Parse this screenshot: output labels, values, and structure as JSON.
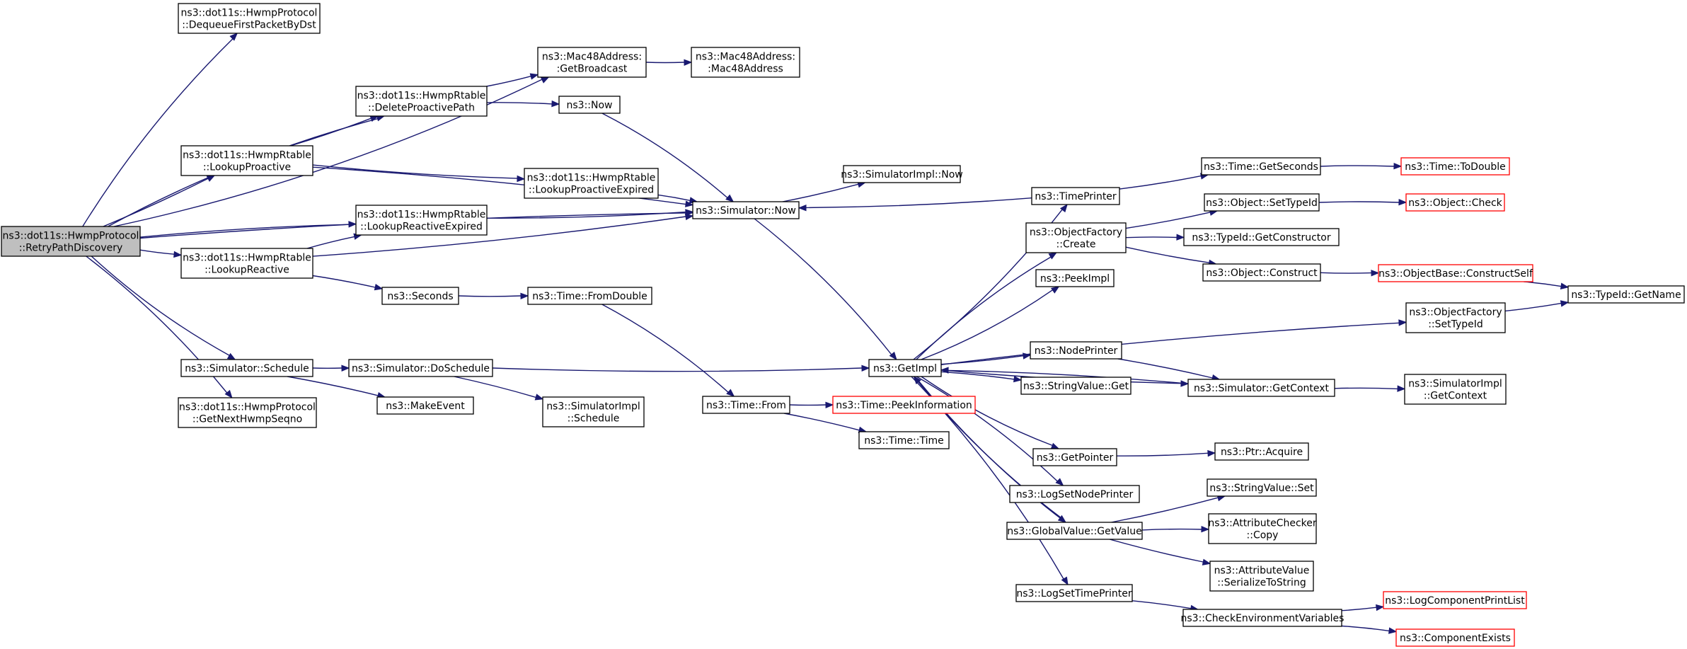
{
  "colors": {
    "edge": "#191970",
    "root_fill": "#bfbfbf",
    "node_border": "#000000",
    "truncated_border": "#ff0000"
  },
  "nodes": [
    {
      "id": "root",
      "lines": [
        "ns3::dot11s::HwmpProtocol",
        "::RetryPathDiscovery"
      ],
      "style": "root"
    },
    {
      "id": "dqfp",
      "lines": [
        "ns3::dot11s::HwmpProtocol",
        "::DequeueFirstPacketByDst"
      ],
      "style": "normal"
    },
    {
      "id": "dpp",
      "lines": [
        "ns3::dot11s::HwmpRtable",
        "::DeleteProactivePath"
      ],
      "style": "normal"
    },
    {
      "id": "lp",
      "lines": [
        "ns3::dot11s::HwmpRtable",
        "::LookupProactive"
      ],
      "style": "normal"
    },
    {
      "id": "lre",
      "lines": [
        "ns3::dot11s::HwmpRtable",
        "::LookupReactiveExpired"
      ],
      "style": "normal"
    },
    {
      "id": "lr",
      "lines": [
        "ns3::dot11s::HwmpRtable",
        "::LookupReactive"
      ],
      "style": "normal"
    },
    {
      "id": "ss",
      "lines": [
        "ns3::Simulator::Schedule"
      ],
      "style": "normal"
    },
    {
      "id": "gnh",
      "lines": [
        "ns3::dot11s::HwmpProtocol",
        "::GetNextHwmpSeqno"
      ],
      "style": "normal"
    },
    {
      "id": "gb",
      "lines": [
        "ns3::Mac48Address:",
        ":GetBroadcast"
      ],
      "style": "normal"
    },
    {
      "id": "mac",
      "lines": [
        "ns3::Mac48Address:",
        ":Mac48Address"
      ],
      "style": "normal"
    },
    {
      "id": "now",
      "lines": [
        "ns3::Now"
      ],
      "style": "normal"
    },
    {
      "id": "lpe",
      "lines": [
        "ns3::dot11s::HwmpRtable",
        "::LookupProactiveExpired"
      ],
      "style": "normal"
    },
    {
      "id": "snow",
      "lines": [
        "ns3::Simulator::Now"
      ],
      "style": "normal"
    },
    {
      "id": "sin",
      "lines": [
        "ns3::SimulatorImpl::Now"
      ],
      "style": "normal"
    },
    {
      "id": "sec",
      "lines": [
        "ns3::Seconds"
      ],
      "style": "normal"
    },
    {
      "id": "tfd",
      "lines": [
        "ns3::Time::FromDouble"
      ],
      "style": "normal"
    },
    {
      "id": "sds",
      "lines": [
        "ns3::Simulator::DoSchedule"
      ],
      "style": "normal"
    },
    {
      "id": "me",
      "lines": [
        "ns3::MakeEvent"
      ],
      "style": "normal"
    },
    {
      "id": "sis",
      "lines": [
        "ns3::SimulatorImpl",
        "::Schedule"
      ],
      "style": "normal"
    },
    {
      "id": "gi",
      "lines": [
        "ns3::GetImpl"
      ],
      "style": "normal"
    },
    {
      "id": "tf",
      "lines": [
        "ns3::Time::From"
      ],
      "style": "normal"
    },
    {
      "id": "tpi",
      "lines": [
        "ns3::Time::PeekInformation"
      ],
      "style": "red"
    },
    {
      "id": "tt",
      "lines": [
        "ns3::Time::Time"
      ],
      "style": "normal"
    },
    {
      "id": "tp",
      "lines": [
        "ns3::TimePrinter"
      ],
      "style": "normal"
    },
    {
      "id": "ofc",
      "lines": [
        "ns3::ObjectFactory",
        "::Create"
      ],
      "style": "normal"
    },
    {
      "id": "pi",
      "lines": [
        "ns3::PeekImpl"
      ],
      "style": "normal"
    },
    {
      "id": "np",
      "lines": [
        "ns3::NodePrinter"
      ],
      "style": "normal"
    },
    {
      "id": "svg",
      "lines": [
        "ns3::StringValue::Get"
      ],
      "style": "normal"
    },
    {
      "id": "gp",
      "lines": [
        "ns3::GetPointer"
      ],
      "style": "normal"
    },
    {
      "id": "lsnp",
      "lines": [
        "ns3::LogSetNodePrinter"
      ],
      "style": "normal"
    },
    {
      "id": "gvg",
      "lines": [
        "ns3::GlobalValue::GetValue"
      ],
      "style": "normal"
    },
    {
      "id": "lstp",
      "lines": [
        "ns3::LogSetTimePrinter"
      ],
      "style": "normal"
    },
    {
      "id": "tgs",
      "lines": [
        "ns3::Time::GetSeconds"
      ],
      "style": "normal"
    },
    {
      "id": "osti",
      "lines": [
        "ns3::Object::SetTypeId"
      ],
      "style": "normal"
    },
    {
      "id": "tigc",
      "lines": [
        "ns3::TypeId::GetConstructor"
      ],
      "style": "normal"
    },
    {
      "id": "oc",
      "lines": [
        "ns3::Object::Construct"
      ],
      "style": "normal"
    },
    {
      "id": "sgc",
      "lines": [
        "ns3::Simulator::GetContext"
      ],
      "style": "normal"
    },
    {
      "id": "pa",
      "lines": [
        "ns3::Ptr::Acquire"
      ],
      "style": "normal"
    },
    {
      "id": "svs",
      "lines": [
        "ns3::StringValue::Set"
      ],
      "style": "normal"
    },
    {
      "id": "acc",
      "lines": [
        "ns3::AttributeChecker",
        "::Copy"
      ],
      "style": "normal"
    },
    {
      "id": "avs",
      "lines": [
        "ns3::AttributeValue",
        "::SerializeToString"
      ],
      "style": "normal"
    },
    {
      "id": "cev",
      "lines": [
        "ns3::CheckEnvironmentVariables"
      ],
      "style": "normal"
    },
    {
      "id": "ttd",
      "lines": [
        "ns3::Time::ToDouble"
      ],
      "style": "red"
    },
    {
      "id": "och",
      "lines": [
        "ns3::Object::Check"
      ],
      "style": "red"
    },
    {
      "id": "obcs",
      "lines": [
        "ns3::ObjectBase::ConstructSelf"
      ],
      "style": "red"
    },
    {
      "id": "ofst",
      "lines": [
        "ns3::ObjectFactory",
        "::SetTypeId"
      ],
      "style": "normal"
    },
    {
      "id": "sigc",
      "lines": [
        "ns3::SimulatorImpl",
        "::GetContext"
      ],
      "style": "normal"
    },
    {
      "id": "lcpl",
      "lines": [
        "ns3::LogComponentPrintList"
      ],
      "style": "red"
    },
    {
      "id": "ce",
      "lines": [
        "ns3::ComponentExists"
      ],
      "style": "red"
    },
    {
      "id": "tign",
      "lines": [
        "ns3::TypeId::GetName"
      ],
      "style": "normal"
    }
  ],
  "edges": [
    [
      "root",
      "dqfp"
    ],
    [
      "root",
      "gb"
    ],
    [
      "root",
      "dpp"
    ],
    [
      "root",
      "lp"
    ],
    [
      "root",
      "lre"
    ],
    [
      "root",
      "lr"
    ],
    [
      "root",
      "snow"
    ],
    [
      "root",
      "ss"
    ],
    [
      "root",
      "gnh"
    ],
    [
      "dpp",
      "gb"
    ],
    [
      "dpp",
      "now"
    ],
    [
      "gb",
      "mac"
    ],
    [
      "now",
      "snow"
    ],
    [
      "lp",
      "dpp"
    ],
    [
      "lp",
      "snow"
    ],
    [
      "lp",
      "lpe"
    ],
    [
      "lpe",
      "snow"
    ],
    [
      "lre",
      "snow"
    ],
    [
      "lr",
      "lre"
    ],
    [
      "lr",
      "snow"
    ],
    [
      "lr",
      "sec"
    ],
    [
      "sec",
      "tfd"
    ],
    [
      "tfd",
      "tf"
    ],
    [
      "snow",
      "sin"
    ],
    [
      "snow",
      "gi"
    ],
    [
      "ss",
      "sds"
    ],
    [
      "ss",
      "me"
    ],
    [
      "sds",
      "gi"
    ],
    [
      "sds",
      "sis"
    ],
    [
      "tf",
      "tpi"
    ],
    [
      "tf",
      "tt"
    ],
    [
      "gi",
      "tp"
    ],
    [
      "gi",
      "ofc"
    ],
    [
      "gi",
      "pi"
    ],
    [
      "gi",
      "ofst"
    ],
    [
      "gi",
      "np"
    ],
    [
      "gi",
      "svg"
    ],
    [
      "gi",
      "gp"
    ],
    [
      "gi",
      "lsnp"
    ],
    [
      "gi",
      "gvg"
    ],
    [
      "gi",
      "lstp"
    ],
    [
      "gi",
      "sgc"
    ],
    [
      "tp",
      "snow"
    ],
    [
      "tp",
      "tgs"
    ],
    [
      "tgs",
      "ttd"
    ],
    [
      "ofc",
      "osti"
    ],
    [
      "ofc",
      "tigc"
    ],
    [
      "ofc",
      "oc"
    ],
    [
      "osti",
      "och"
    ],
    [
      "oc",
      "obcs"
    ],
    [
      "obcs",
      "tign"
    ],
    [
      "ofst",
      "tign"
    ],
    [
      "np",
      "sgc"
    ],
    [
      "sgc",
      "gi"
    ],
    [
      "sgc",
      "sigc"
    ],
    [
      "gp",
      "pa"
    ],
    [
      "gvg",
      "gi"
    ],
    [
      "gvg",
      "svs"
    ],
    [
      "gvg",
      "acc"
    ],
    [
      "gvg",
      "avs"
    ],
    [
      "lstp",
      "cev"
    ],
    [
      "cev",
      "lcpl"
    ],
    [
      "cev",
      "ce"
    ]
  ]
}
